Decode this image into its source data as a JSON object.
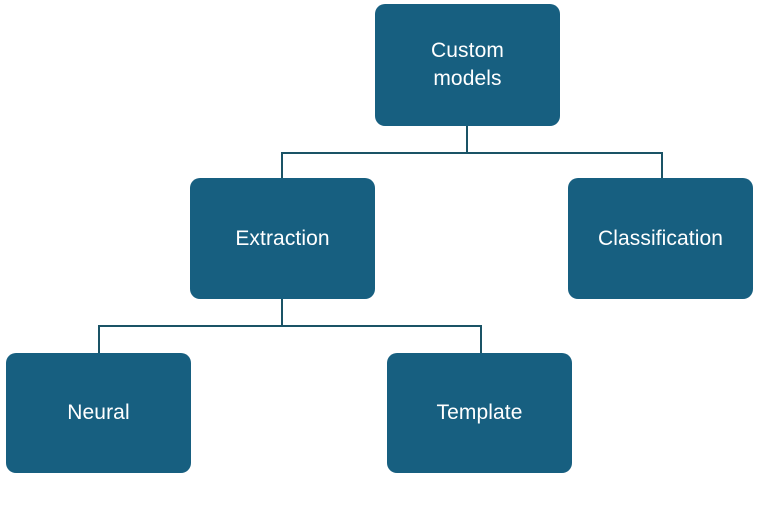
{
  "diagram": {
    "title": "Custom models",
    "type": "hierarchy-tree",
    "background_color": "#ffffff",
    "node_fill_color": "#175F80",
    "node_text_color": "#ffffff",
    "connector_color": "#1A5366",
    "nodes": [
      {
        "id": "custom-models",
        "label": "Custom\nmodels",
        "level": 1
      },
      {
        "id": "extraction",
        "label": "Extraction",
        "level": 2
      },
      {
        "id": "classification",
        "label": "Classification",
        "level": 2
      },
      {
        "id": "neural",
        "label": "Neural",
        "level": 3
      },
      {
        "id": "template",
        "label": "Template",
        "level": 3
      }
    ],
    "edges": [
      {
        "from": "custom-models",
        "to": "extraction"
      },
      {
        "from": "custom-models",
        "to": "classification"
      },
      {
        "from": "extraction",
        "to": "neural"
      },
      {
        "from": "extraction",
        "to": "template"
      }
    ]
  }
}
